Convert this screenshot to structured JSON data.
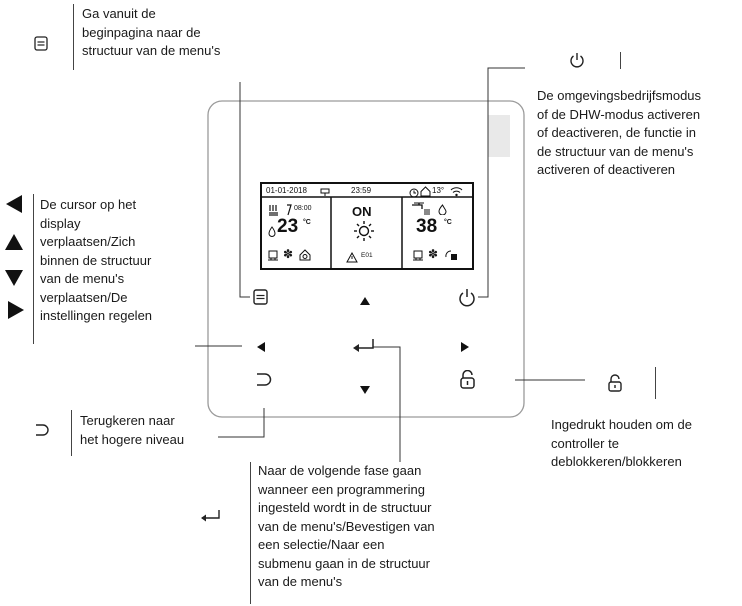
{
  "annotations": {
    "menu_text": "Ga vanuit de\nbeginpagina naar de\nstructuur van de menu's",
    "power_text": "De omgevingsbedrijfsmodus\nof de DHW-modus activeren\nof deactiveren, de functie in\nde structuur van de menu's\nactiveren of deactiveren",
    "arrows_text": "De cursor op het\ndisplay\nverplaatsen/Zich\nbinnen de structuur\nvan de menu's\nverplaatsen/De\ninstellingen regelen",
    "back_text": "Terugkeren naar\nhet hogere niveau",
    "lock_text": "Ingedrukt houden om de\ncontroller te\ndeblokkeren/blokkeren",
    "enter_text": "Naar de volgende fase gaan\nwanneer een programmering\ningesteld wordt in de structuur\nvan de menu's/Bevestigen van\neen selectie/Naar een\nsubmenu gaan in de structuur\nvan de menu's"
  },
  "display": {
    "date": "01-01-2018",
    "time": "23:59",
    "outdoor_temp": "13°",
    "timer": "08:00",
    "left_temp": "23",
    "left_unit": "°C",
    "mode_status": "ON",
    "error_code": "E01",
    "right_temp": "38",
    "right_unit": "°C"
  },
  "icons": [
    "menu-icon",
    "power-icon",
    "lock-icon",
    "back-icon",
    "enter-icon",
    "arrow-left-icon",
    "arrow-up-icon",
    "arrow-down-icon",
    "arrow-right-icon",
    "sun-icon",
    "warning-icon",
    "wifi-icon",
    "clock-icon",
    "house-icon",
    "fan-icon",
    "tap-icon"
  ]
}
